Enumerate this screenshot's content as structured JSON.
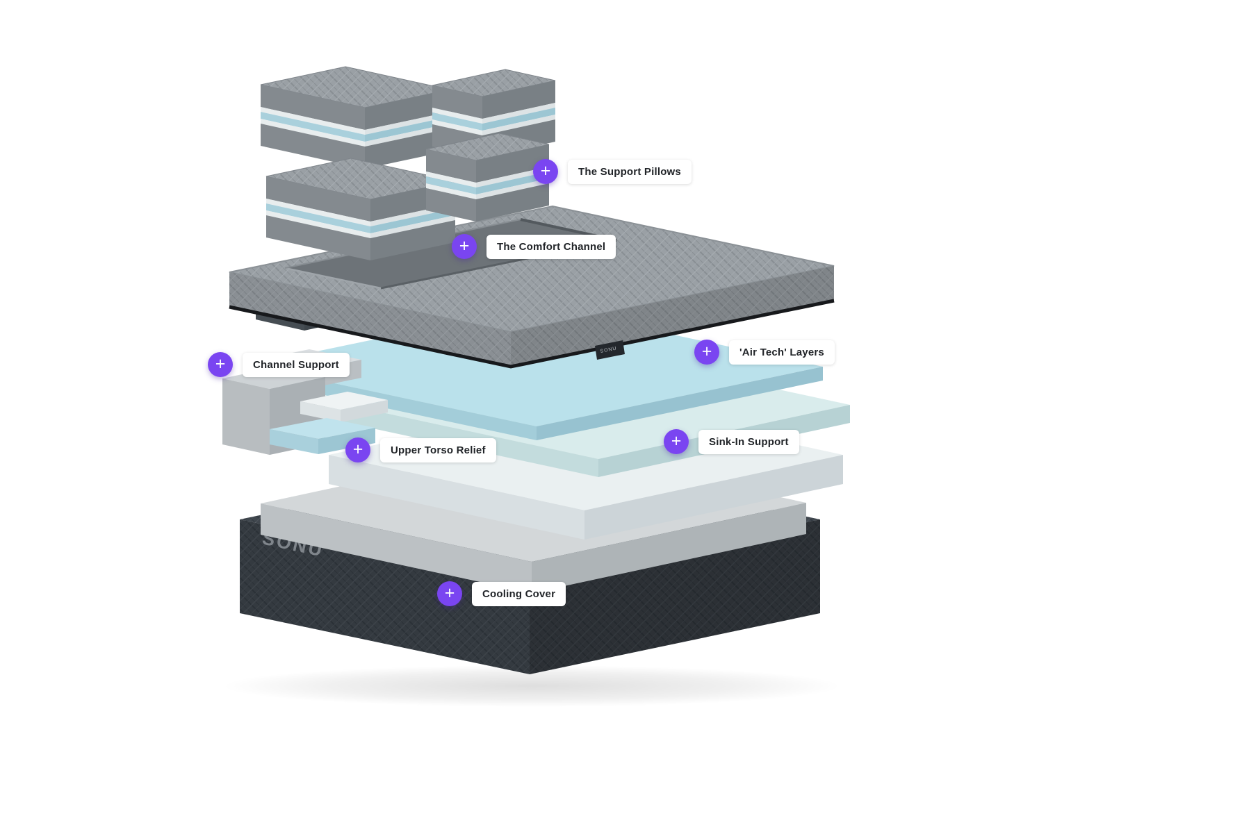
{
  "page": {
    "background_color": "#ffffff"
  },
  "diagram": {
    "brand": "SONU",
    "accent_color": "#7a45f1",
    "icons": {
      "plus": "+"
    },
    "hotspots": [
      {
        "id": "support-pillows",
        "label": "The Support Pillows"
      },
      {
        "id": "comfort-channel",
        "label": "The Comfort Channel"
      },
      {
        "id": "air-tech-layers",
        "label": "'Air Tech' Layers"
      },
      {
        "id": "channel-support",
        "label": "Channel Support"
      },
      {
        "id": "upper-torso-relief",
        "label": "Upper Torso Relief"
      },
      {
        "id": "sink-in-support",
        "label": "Sink-In Support"
      },
      {
        "id": "cooling-cover",
        "label": "Cooling Cover"
      }
    ]
  }
}
